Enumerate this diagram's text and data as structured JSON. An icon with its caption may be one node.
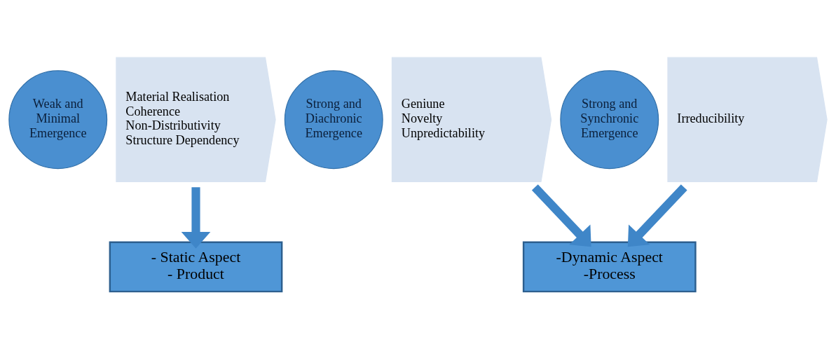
{
  "diagram": {
    "nodes": [
      {
        "text": [
          "Weak and Minimal Emergence"
        ]
      },
      {
        "text": [
          "Material Realisation",
          "Coherence",
          "Non-Distributivity",
          "Structure Dependency"
        ]
      },
      {
        "text": [
          "Strong and Diachronic Emergence"
        ]
      },
      {
        "text": [
          "Geniune",
          "Novelty",
          "Unpredictability"
        ]
      },
      {
        "text": [
          "Strong and Synchronic Emergence"
        ]
      },
      {
        "text": [
          "Irreducibility"
        ]
      },
      {
        "text": [
          "- Static Aspect",
          "- Product"
        ]
      },
      {
        "text": [
          "-Dynamic Aspect",
          "-Process"
        ]
      }
    ],
    "edges": [
      {
        "from": 1,
        "to": 6,
        "arrow": "to"
      },
      {
        "from": 3,
        "to": 7,
        "arrow": "to"
      },
      {
        "from": 5,
        "to": 7,
        "arrow": "to"
      }
    ]
  }
}
